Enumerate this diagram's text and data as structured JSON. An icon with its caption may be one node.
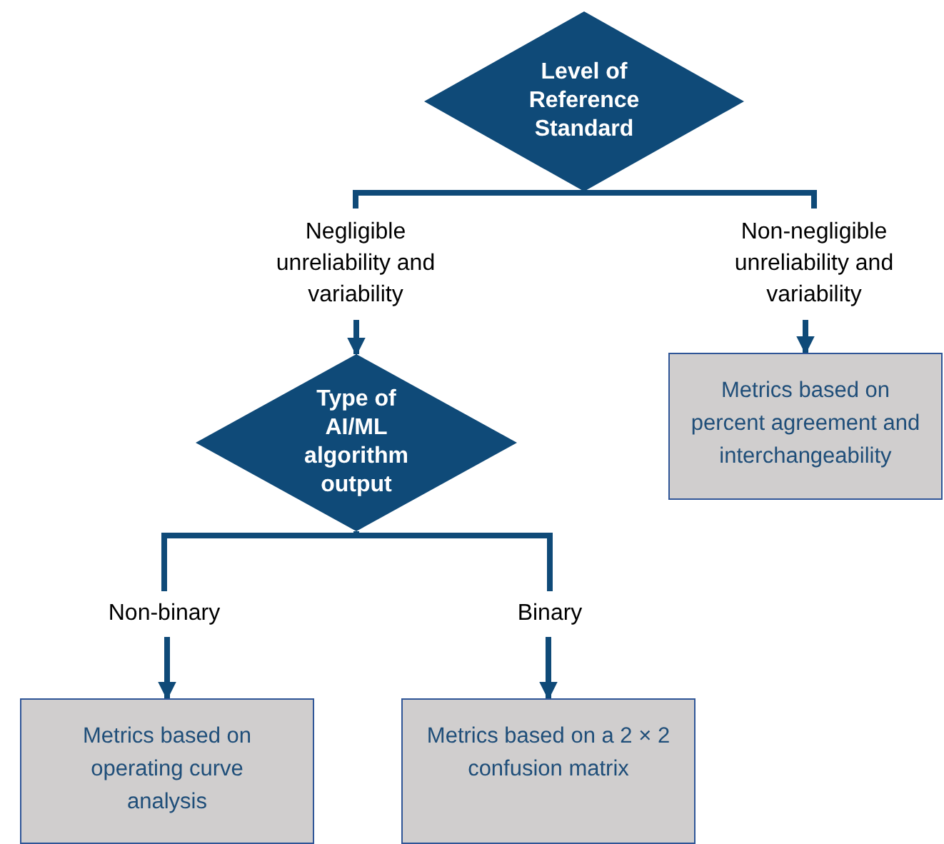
{
  "diagram": {
    "nodes": [
      {
        "text": [
          "Level of Reference Standard"
        ]
      },
      {
        "text": [
          "Negligible unreliability and variability"
        ]
      },
      {
        "text": [
          "Non-negligible unreliability and variability"
        ]
      },
      {
        "text": [
          "Type of AI/ML algorithm output"
        ]
      },
      {
        "text": [
          "Metrics based on percent agreement and interchangeability"
        ]
      },
      {
        "text": [
          "Non-binary"
        ]
      },
      {
        "text": [
          "Binary"
        ]
      },
      {
        "text": [
          "Metrics based on operating curve analysis"
        ]
      },
      {
        "text": [
          "Metrics based on a 2 × 2 confusion matrix"
        ]
      }
    ],
    "edges": [
      {
        "from": 0,
        "to": 1,
        "arrow": "none"
      },
      {
        "from": 0,
        "to": 2,
        "arrow": "none"
      },
      {
        "from": 1,
        "to": 3,
        "arrow": "to"
      },
      {
        "from": 2,
        "to": 4,
        "arrow": "to"
      },
      {
        "from": 3,
        "to": 5,
        "arrow": "none"
      },
      {
        "from": 3,
        "to": 6,
        "arrow": "none"
      },
      {
        "from": 5,
        "to": 7,
        "arrow": "to"
      },
      {
        "from": 6,
        "to": 8,
        "arrow": "to"
      }
    ]
  }
}
